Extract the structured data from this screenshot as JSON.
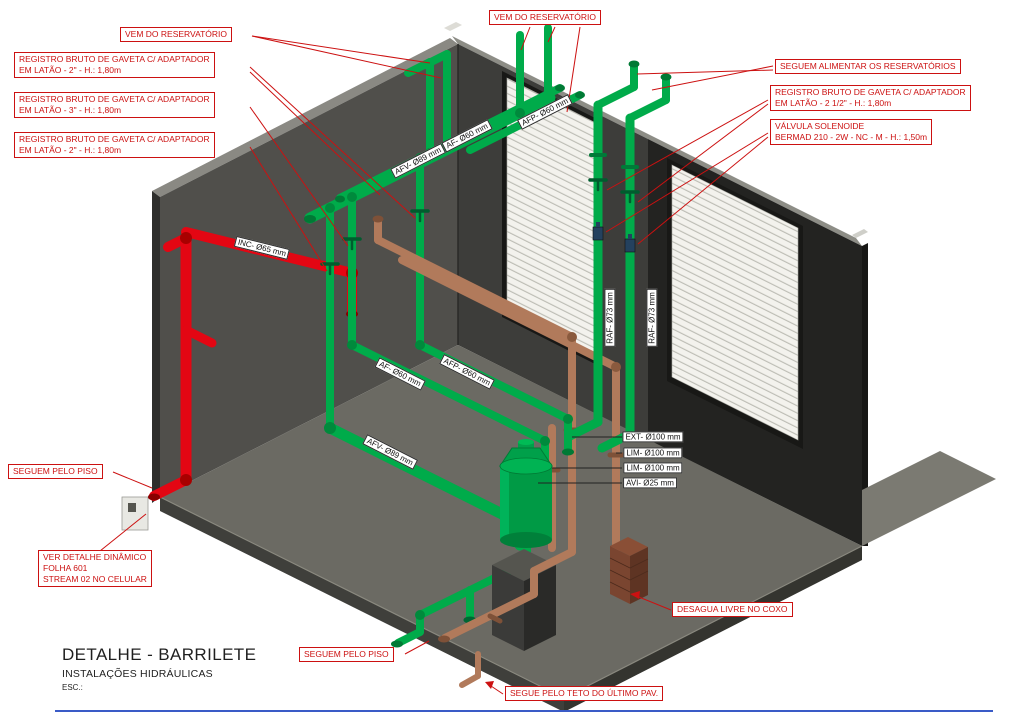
{
  "colors": {
    "annotation_red": "#cc1111",
    "pipe_green": "#00ab4a",
    "pipe_red": "#e30613",
    "pipe_copper": "#b17a5b",
    "wall_dark": "#232321",
    "wall_mid": "#3d3d3a",
    "wall_left": "#504f4b",
    "floor_gray": "#6b6a63",
    "sheet_line_blue": "#3a5bc7"
  },
  "annotations": [
    {
      "id": "vem-reservatorio-left",
      "lines": [
        "VEM DO RESERVATÓRIO"
      ]
    },
    {
      "id": "vem-reservatorio-top",
      "lines": [
        "VEM DO RESERVATÓRIO"
      ]
    },
    {
      "id": "registro-2pol",
      "lines": [
        "REGISTRO BRUTO DE GAVETA C/ ADAPTADOR",
        "EM LATÃO - 2\" - H.: 1,80m"
      ]
    },
    {
      "id": "registro-3pol",
      "lines": [
        "REGISTRO BRUTO DE GAVETA C/ ADAPTADOR",
        "EM LATÃO - 3\" - H.: 1,80m"
      ]
    },
    {
      "id": "registro-2pol-b",
      "lines": [
        "REGISTRO BRUTO DE GAVETA C/ ADAPTADOR",
        "EM LATÃO - 2\" - H.: 1,80m"
      ]
    },
    {
      "id": "seguem-alimentar",
      "lines": [
        "SEGUEM ALIMENTAR OS RESERVATÓRIOS"
      ]
    },
    {
      "id": "registro-2-12pol",
      "lines": [
        "REGISTRO BRUTO DE GAVETA C/ ADAPTADOR",
        "EM LATÃO - 2 1/2\" - H.: 1,80m"
      ]
    },
    {
      "id": "valvula-solenoide",
      "lines": [
        "VÁLVULA SOLENOIDE",
        "BERMAD 210 - 2W - NC - M - H.: 1,50m"
      ]
    },
    {
      "id": "seguem-pelo-piso-left",
      "lines": [
        "SEGUEM PELO PISO"
      ]
    },
    {
      "id": "ver-detalhe",
      "lines": [
        "VER DETALHE DINÂMICO",
        "FOLHA 601",
        "STREAM 02 NO CELULAR"
      ]
    },
    {
      "id": "seguem-pelo-piso-bottom",
      "lines": [
        "SEGUEM PELO PISO"
      ]
    },
    {
      "id": "desagua-livre",
      "lines": [
        "DESAGUA LIVRE NO COXO"
      ]
    },
    {
      "id": "segue-pelo-teto",
      "lines": [
        "SEGUE PELO TETO DO ÚLTIMO PAV."
      ]
    }
  ],
  "pipe_labels": [
    {
      "id": "afp-top",
      "text": "AFP- Ø60 mm"
    },
    {
      "id": "af-top",
      "text": "AF- Ø60 mm"
    },
    {
      "id": "afv-top",
      "text": "AFV- Ø89 mm"
    },
    {
      "id": "inc",
      "text": "INC- Ø65 mm"
    },
    {
      "id": "raf-1",
      "text": "RAF- Ø73 mm"
    },
    {
      "id": "raf-2",
      "text": "RAF- Ø73 mm"
    },
    {
      "id": "af-low",
      "text": "AF- Ø60 mm"
    },
    {
      "id": "afp-low",
      "text": "AFP- Ø60 mm"
    },
    {
      "id": "afv-low",
      "text": "AFV- Ø89 mm"
    },
    {
      "id": "ext",
      "text": "EXT- Ø100 mm"
    },
    {
      "id": "lim-1",
      "text": "LIM- Ø100 mm"
    },
    {
      "id": "lim-2",
      "text": "LIM- Ø100 mm"
    },
    {
      "id": "avi",
      "text": "AVI- Ø25 mm"
    }
  ],
  "title_block": {
    "title": "DETALHE - BARRILETE",
    "subtitle": "INSTALAÇÕES HIDRÁULICAS",
    "scale_label": "ESC.:"
  }
}
